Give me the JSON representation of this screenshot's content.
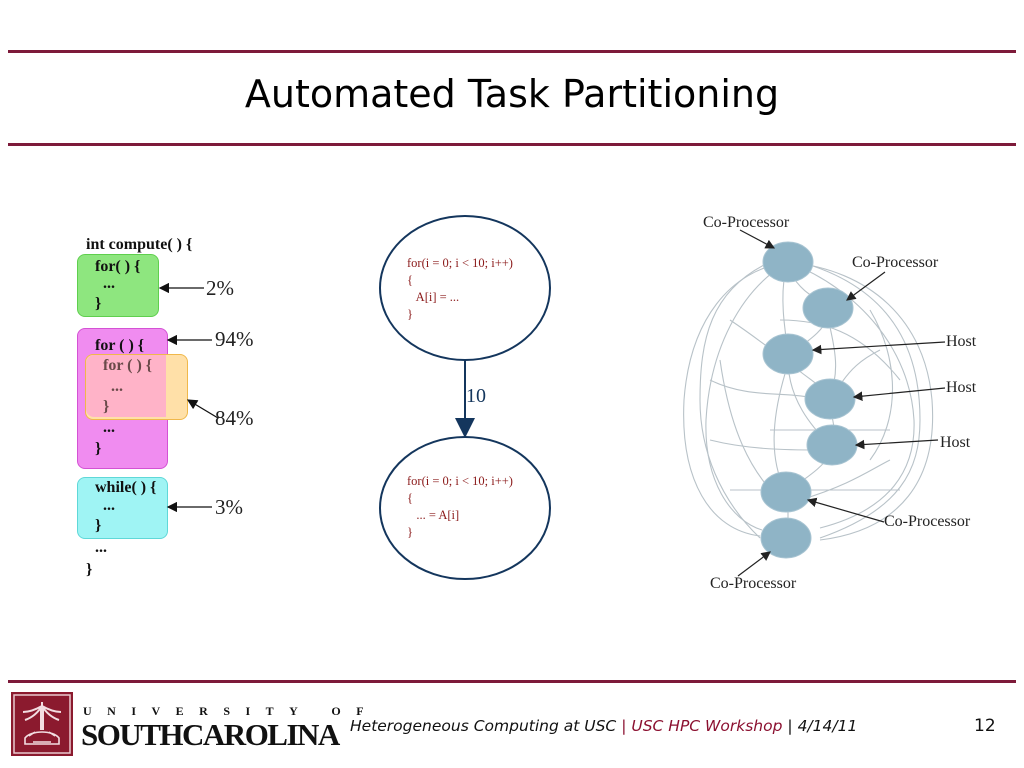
{
  "slide": {
    "title": "Automated Task Partitioning",
    "page_number": "12"
  },
  "code_figure": {
    "header": "int compute( ) {",
    "green_block": [
      "for( ) {",
      "...",
      "}"
    ],
    "magenta_block_outer_open": "for ( ) {",
    "yellow_block": [
      "for ( ) {",
      "...",
      "}"
    ],
    "magenta_block_outer_tail": [
      "...",
      "}"
    ],
    "cyan_block": [
      "while( ) {",
      "...",
      "}"
    ],
    "after_blocks": "...",
    "closing": "}",
    "percentages": {
      "green": "2%",
      "magenta": "94%",
      "yellow": "84%",
      "cyan": "3%"
    },
    "colors": {
      "green_fill": "#8ee67f",
      "green_border": "#5fcf4e",
      "magenta_fill": "#f08cf0",
      "magenta_border": "#d452d4",
      "yellow_fill": "#ffe0a8",
      "yellow_border": "#f0b84a",
      "overlap_fill": "#ffb3c8",
      "cyan_fill": "#9ff4f4",
      "cyan_border": "#5fd8d8"
    }
  },
  "task_graph": {
    "node_top_lines": [
      "for(i = 0; i < 10; i++)",
      "{",
      "   A[i] = ...",
      "}"
    ],
    "node_bottom_lines": [
      "for(i = 0; i < 10; i++)",
      "{",
      "   ... = A[i]",
      "}"
    ],
    "edge_weight": "10",
    "colors": {
      "node_stroke": "#14365d",
      "code_text": "#8b1a1a"
    }
  },
  "partition_graph": {
    "labels": {
      "coprocessor_top": "Co-Processor",
      "coprocessor_2": "Co-Processor",
      "host_1": "Host",
      "host_2": "Host",
      "host_3": "Host",
      "coprocessor_3": "Co-Processor",
      "coprocessor_bottom": "Co-Processor"
    },
    "colors": {
      "node_fill": "#8fb4c6",
      "edge_stroke": "#b8c2c8"
    }
  },
  "footer": {
    "event_text": "Heterogeneous Computing at USC",
    "separator": "|",
    "workshop_text": "USC HPC Workshop",
    "date_text": "4/14/11",
    "logo_top": "UNIVERSITY OF",
    "logo_bottom": "SOUTHCAROLINA",
    "accent_color": "#7d1a3a"
  }
}
